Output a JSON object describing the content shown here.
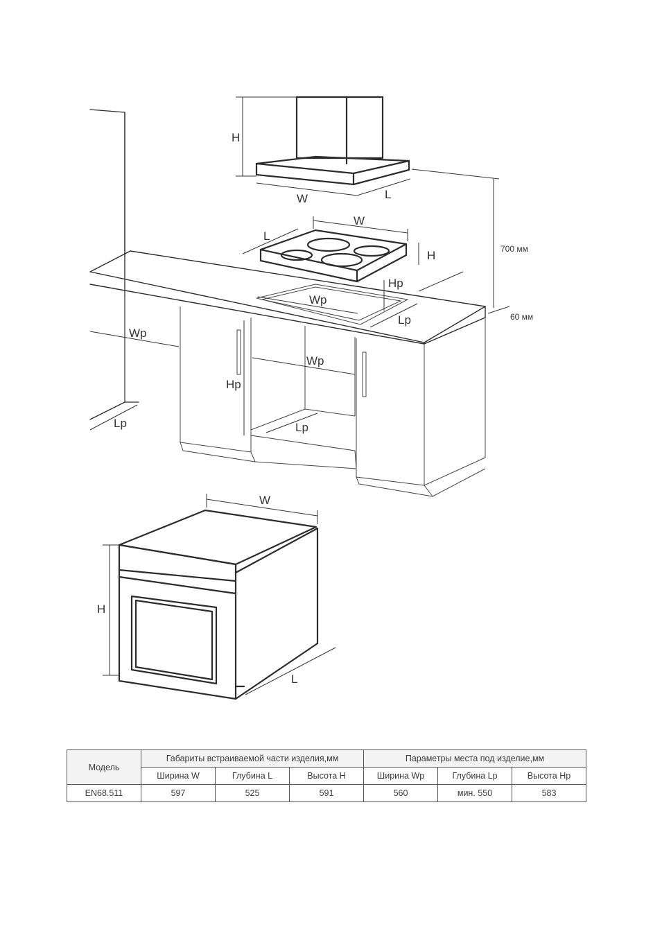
{
  "diagram": {
    "hood": {
      "height_label": "H",
      "width_label": "W",
      "depth_label": "L"
    },
    "hob": {
      "width_label": "W",
      "depth_label": "L",
      "height_label": "H"
    },
    "distance_label": "700 мм",
    "countertop_label": "60 мм",
    "countertop_cutout": {
      "height_label": "Hp",
      "width_label": "Wp",
      "depth_label": "Lp"
    },
    "cabinet_niche": {
      "width_label": "Wp",
      "height_label": "Hp",
      "depth_label": "Lp"
    },
    "side_niche": {
      "width_label": "Wp",
      "depth_label": "Lp"
    },
    "oven": {
      "width_label": "W",
      "height_label": "H",
      "depth_label": "L"
    }
  },
  "table": {
    "model_header": "Модель",
    "group_product": "Габариты встраиваемой части  изделия,мм",
    "group_niche": "Параметры места под изделие,мм",
    "columns": [
      "Ширина W",
      "Глубина L",
      "Высота H",
      "Ширина Wp",
      "Глубина Lp",
      "Высота Hp"
    ],
    "rows": [
      {
        "model": "EN68.511",
        "values": [
          "597",
          "525",
          "591",
          "560",
          "мин. 550",
          "583"
        ]
      }
    ]
  }
}
